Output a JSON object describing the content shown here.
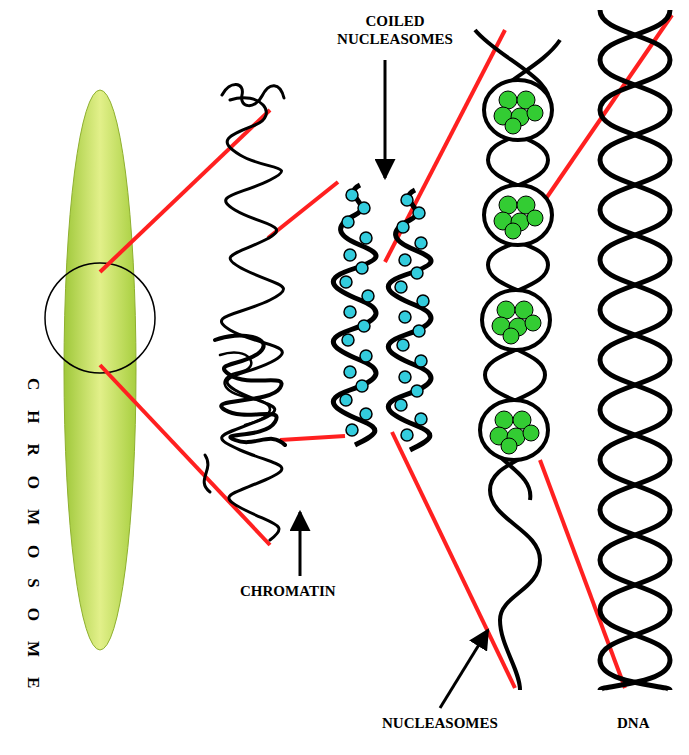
{
  "diagram": {
    "labels": [
      "COILED NUCLEASOMES",
      "CHROMATIN",
      "CHROMOSOME",
      "NUCLEASOMES",
      "DNA"
    ]
  }
}
